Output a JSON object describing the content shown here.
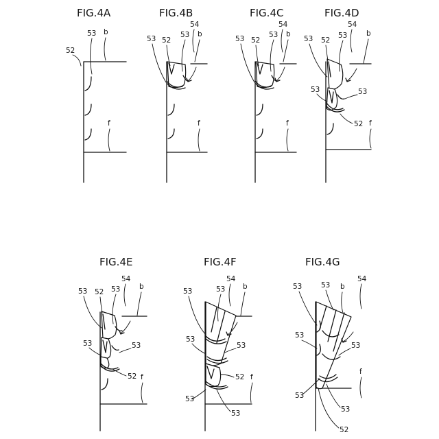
{
  "figures": {
    "a": {
      "title": "FIG.4A",
      "labels": {
        "l52": "52",
        "l53": "53",
        "lb": "b",
        "lf": "f"
      }
    },
    "b": {
      "title": "FIG.4B",
      "labels": {
        "l53": "53",
        "l52": "52",
        "l53b": "53",
        "l54": "54",
        "lb": "b",
        "lf": "f"
      }
    },
    "c": {
      "title": "FIG.4C",
      "labels": {
        "l53": "53",
        "l52": "52",
        "l53b": "53",
        "l54": "54",
        "lb": "b",
        "lf": "f"
      }
    },
    "d": {
      "title": "FIG.4D",
      "labels": {
        "l53": "53",
        "l52": "52",
        "l53b": "53",
        "l54": "54",
        "lb": "b",
        "l53c": "53",
        "l53d": "53",
        "l52b": "52",
        "lf": "f"
      }
    },
    "e": {
      "title": "FIG.4E",
      "labels": {
        "l53": "53",
        "l52": "52",
        "l53b": "53",
        "l54": "54",
        "lb": "b",
        "l53c": "53",
        "l53d": "53",
        "l52b": "52",
        "lf": "f"
      }
    },
    "f": {
      "title": "FIG.4F",
      "labels": {
        "l53": "53",
        "l53b": "53",
        "l54": "54",
        "lb": "b",
        "l53c": "53",
        "l53d": "53",
        "l52": "52",
        "lf": "f",
        "l53e": "53",
        "l53f": "53"
      }
    },
    "g": {
      "title": "FIG.4G",
      "labels": {
        "l53": "53",
        "l53b": "53",
        "lb": "b",
        "l54": "54",
        "l53c": "53",
        "l53d": "53",
        "lf": "f",
        "l53e": "53",
        "l53f": "53",
        "l52": "52"
      }
    }
  }
}
